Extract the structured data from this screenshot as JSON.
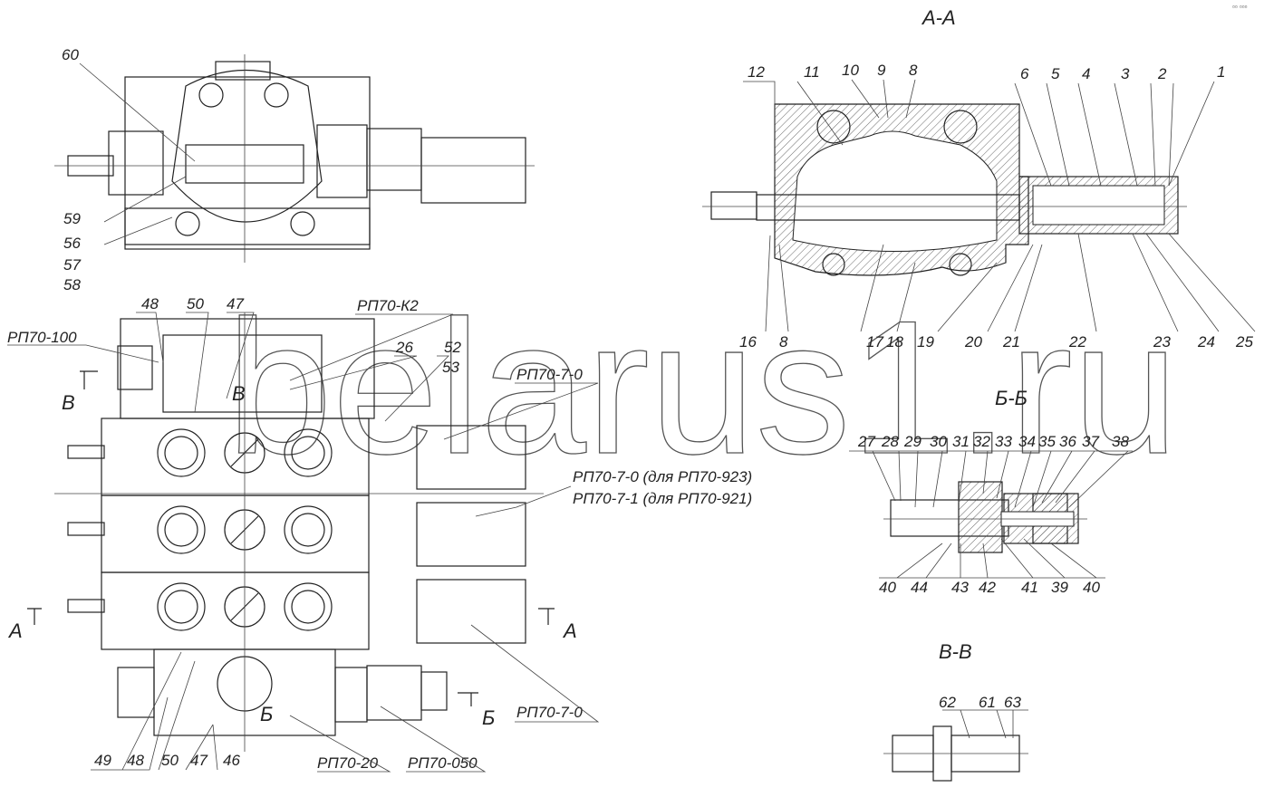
{
  "watermark": "belarus1.ru",
  "corner_mark": "▫▫ ▫▫▫",
  "top_view": {
    "labels": [
      "60",
      "59",
      "56",
      "57",
      "58"
    ]
  },
  "section_aa": {
    "title": "А-А",
    "top_labels": [
      "12",
      "11",
      "10",
      "9",
      "8",
      "6",
      "5",
      "4",
      "3",
      "2",
      "1"
    ],
    "bottom_labels": [
      "16",
      "8",
      "17",
      "18",
      "19",
      "20",
      "21",
      "22",
      "23",
      "24",
      "25"
    ]
  },
  "section_bb": {
    "title": "Б-Б",
    "top_labels": [
      "27",
      "28",
      "29",
      "30",
      "31",
      "32",
      "33",
      "34",
      "35",
      "36",
      "37",
      "38"
    ],
    "bottom_labels": [
      "40",
      "44",
      "43",
      "42",
      "41",
      "39",
      "40"
    ]
  },
  "section_vv": {
    "title": "В-В",
    "labels": [
      "62",
      "61",
      "63"
    ]
  },
  "front_view": {
    "rp70_100": "РП70-100",
    "top_labels": [
      "48",
      "50",
      "47"
    ],
    "rp70_k2": "РП70-К2",
    "l26": "26",
    "l52": "52",
    "l53": "53",
    "rp70_7_0_top": "РП70-7-0",
    "rp70_7_0_923": "РП70-7-0 (для РП70-923)",
    "rp70_7_1_921": "РП70-7-1 (для РП70-921)",
    "rp70_7_0_bottom": "РП70-7-0",
    "bottom_labels": [
      "49",
      "48",
      "50",
      "47",
      "46"
    ],
    "rp70_20": "РП70-20",
    "rp70_050": "РП70-050",
    "markers": {
      "v_left": "В",
      "v_mid": "В",
      "a_left": "А",
      "a_right": "А",
      "b_mid": "Б",
      "b_right": "Б"
    }
  }
}
